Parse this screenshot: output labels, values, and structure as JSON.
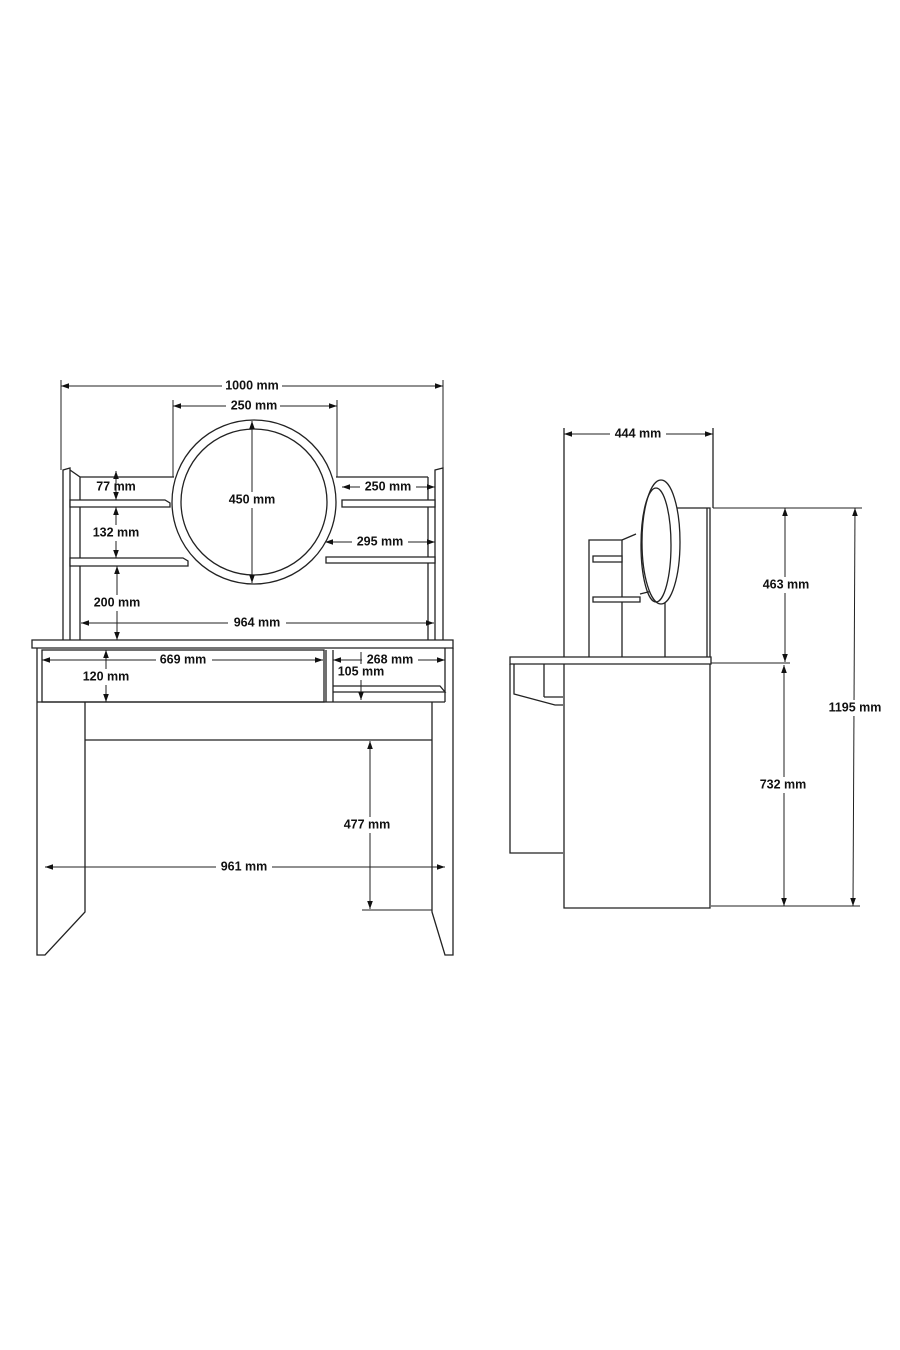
{
  "front_view": {
    "overall_width": "1000 mm",
    "mirror_width": "250 mm",
    "mirror_diameter": "450 mm",
    "top_shelf_gap": "77 mm",
    "shelf_spacing": "132 mm",
    "lower_shelf_height": "200 mm",
    "right_top_shelf_width": "250 mm",
    "right_lower_shelf_width": "295 mm",
    "inner_width": "964 mm",
    "drawer_width": "669 mm",
    "drawer_height": "120 mm",
    "compartment_width": "268 mm",
    "compartment_height": "105 mm",
    "knee_height": "477 mm",
    "leg_span": "961 mm"
  },
  "side_view": {
    "depth": "444 mm",
    "upper_height": "463 mm",
    "desk_height": "732 mm",
    "total_height": "1195 mm"
  }
}
